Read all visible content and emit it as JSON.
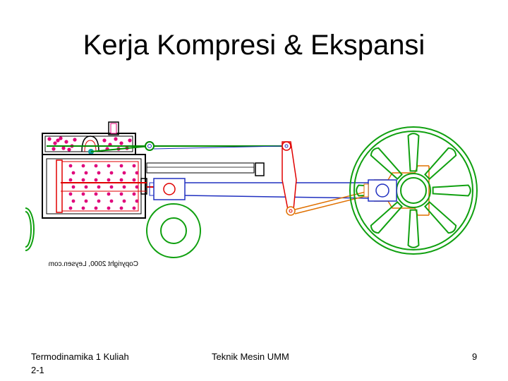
{
  "slide": {
    "title": "Kerja Kompresi & Ekspansi"
  },
  "diagram": {
    "copyright_mirrored": "Copyright 2000, Leysen.com",
    "colors": {
      "frame": "#000000",
      "cylinder_wall": "#e00000",
      "pink_particles": "#e0007a",
      "valve_rod": "#008c00",
      "piston_rod": "#2030c0",
      "eccentric_linkage": "#e07000",
      "flywheel": "#10a010",
      "steam_chest_border": "#000000"
    }
  },
  "footer": {
    "left_line1": "Termodinamika 1 Kuliah",
    "left_line2": "2-1",
    "center": "Teknik Mesin UMM",
    "page_number": "9"
  }
}
